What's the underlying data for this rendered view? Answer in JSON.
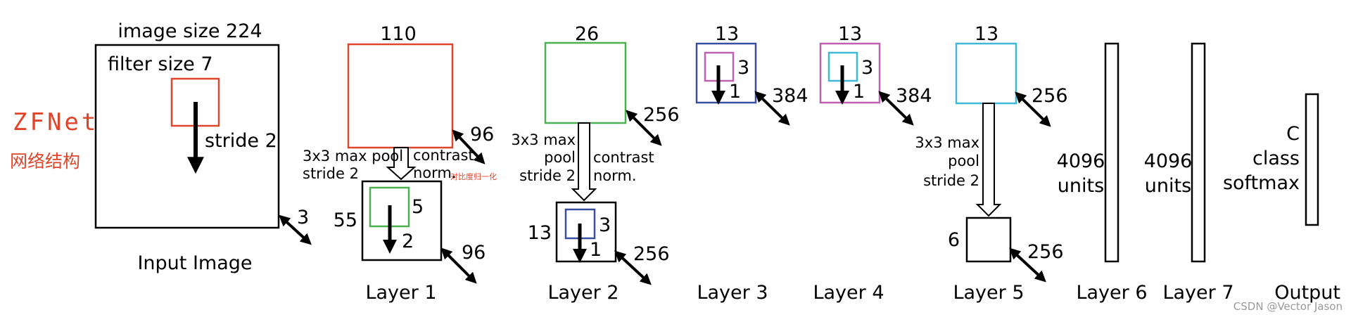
{
  "annotation": {
    "title": "ZFNet",
    "subtitle": "网络结构",
    "note": "对比度归一化"
  },
  "input": {
    "image_size": "image size 224",
    "filter_size": "filter size 7",
    "stride": "stride 2",
    "depth": "3",
    "caption": "Input Image"
  },
  "layer1": {
    "width": "110",
    "depth": "96",
    "pool": [
      "3x3 max pool",
      "stride 2"
    ],
    "norm": [
      "contrast",
      "norm."
    ],
    "pooled_size": "55",
    "filter_size": "5",
    "stride": "2",
    "pooled_depth": "96",
    "caption": "Layer 1"
  },
  "layer2": {
    "width": "26",
    "depth": "256",
    "pool": [
      "3x3 max",
      "pool",
      "stride 2"
    ],
    "norm": [
      "contrast",
      "norm."
    ],
    "pooled_size": "13",
    "filter_size": "3",
    "stride": "1",
    "pooled_depth": "256",
    "caption": "Layer 2"
  },
  "layer3": {
    "width": "13",
    "filter_size": "3",
    "stride": "1",
    "depth": "384",
    "caption": "Layer 3"
  },
  "layer4": {
    "width": "13",
    "filter_size": "3",
    "stride": "1",
    "depth": "384",
    "caption": "Layer 4"
  },
  "layer5": {
    "width": "13",
    "depth": "256",
    "pool": [
      "3x3 max",
      "pool",
      "stride 2"
    ],
    "pooled_size": "6",
    "pooled_depth": "256",
    "caption": "Layer 5"
  },
  "layer6": {
    "units": [
      "4096",
      "units"
    ],
    "caption": "Layer 6"
  },
  "layer7": {
    "units": [
      "4096",
      "units"
    ],
    "caption": "Layer 7"
  },
  "output": {
    "text": [
      "C",
      "class",
      "softmax"
    ],
    "caption": "Output"
  },
  "watermark": "CSDN @Vector Jason",
  "colors": {
    "layer1": "#e0442a",
    "layer2": "#4caf50",
    "layer3": "#3a4fa0",
    "layer4": "#c060b0",
    "layer5": "#3fb8d8"
  }
}
